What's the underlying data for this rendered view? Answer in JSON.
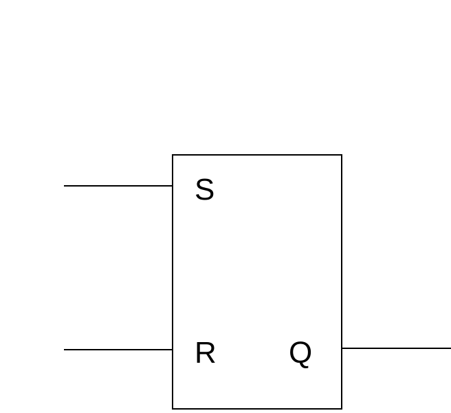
{
  "diagram": {
    "component": "SR latch",
    "pins": {
      "set_label": "S",
      "reset_label": "R",
      "output_label": "Q"
    },
    "colors": {
      "stroke": "#000000",
      "background": "#ffffff"
    }
  }
}
